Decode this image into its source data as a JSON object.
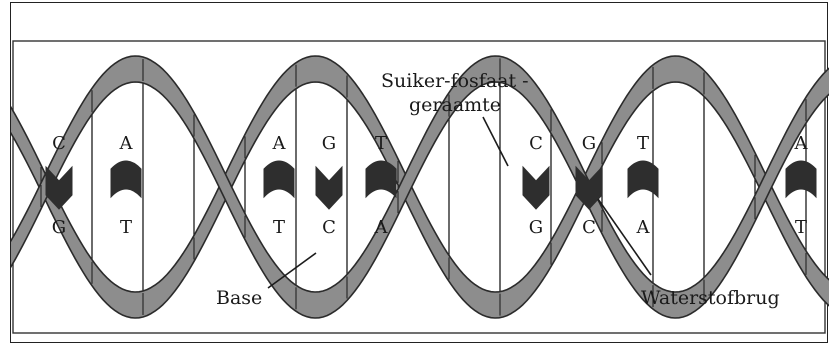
{
  "labels": {
    "backbone_line1": "Suiker-fosfaat -",
    "backbone_line2": "geraamte",
    "base": "Base",
    "hbond": "Waterstofbrug"
  },
  "base_pairs": [
    {
      "top": "C",
      "bottom": "G"
    },
    {
      "top": "A",
      "bottom": "T"
    },
    {
      "top": "A",
      "bottom": "T"
    },
    {
      "top": "G",
      "bottom": "C"
    },
    {
      "top": "T",
      "bottom": "A"
    },
    {
      "top": "C",
      "bottom": "G"
    },
    {
      "top": "G",
      "bottom": "C"
    },
    {
      "top": "T",
      "bottom": "A"
    },
    {
      "top": "A",
      "bottom": "T"
    }
  ],
  "colors": {
    "strand_fill": "#8d8d8d",
    "strand_edge": "#2b2b2b",
    "bond_fill": "#2e2e2e",
    "line": "#1c1c1c"
  }
}
